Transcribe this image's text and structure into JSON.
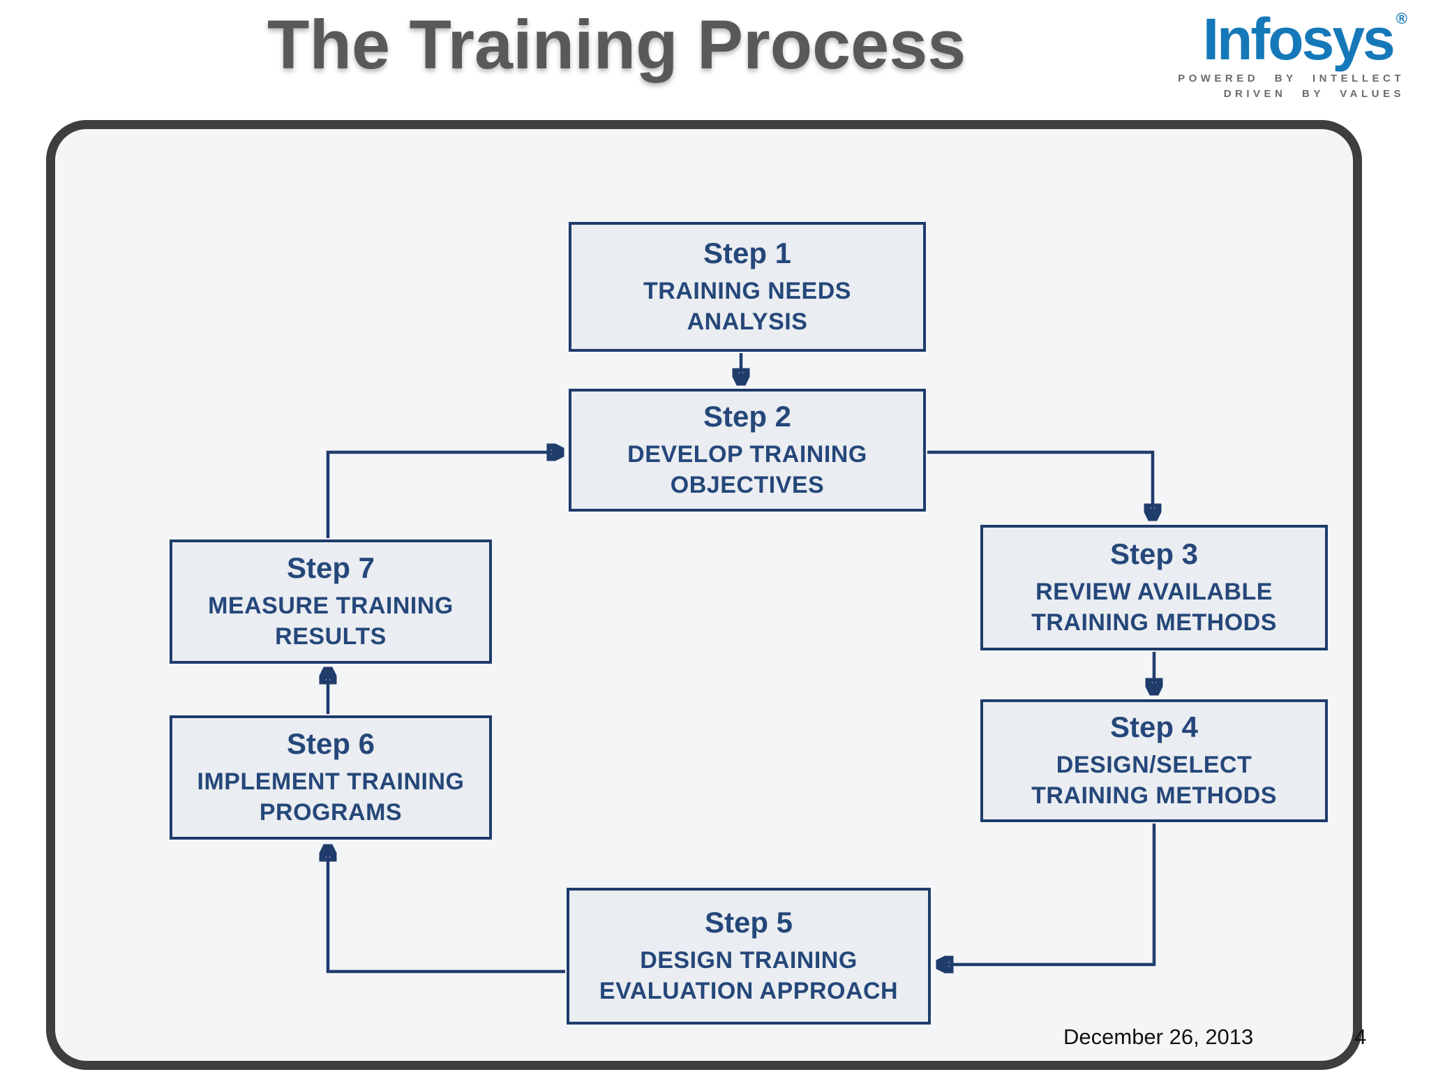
{
  "slide": {
    "title": "The Training Process",
    "date": "December 26, 2013",
    "page_number": "4"
  },
  "logo": {
    "brand": "Infosys",
    "registered_mark": "®",
    "tagline_line1": "POWERED BY INTELLECT",
    "tagline_line2": "DRIVEN BY VALUES"
  },
  "flowchart": {
    "steps": [
      {
        "label": "Step 1",
        "lines": [
          "TRAINING NEEDS",
          "ANALYSIS"
        ]
      },
      {
        "label": "Step 2",
        "lines": [
          "DEVELOP TRAINING",
          "OBJECTIVES"
        ]
      },
      {
        "label": "Step 3",
        "lines": [
          "REVIEW AVAILABLE",
          "TRAINING METHODS"
        ]
      },
      {
        "label": "Step 4",
        "lines": [
          "DESIGN/SELECT",
          "TRAINING METHODS"
        ]
      },
      {
        "label": "Step 5",
        "lines": [
          "DESIGN TRAINING",
          "EVALUATION APPROACH"
        ]
      },
      {
        "label": "Step 6",
        "lines": [
          "IMPLEMENT TRAINING",
          "PROGRAMS"
        ]
      },
      {
        "label": "Step 7",
        "lines": [
          "MEASURE TRAINING",
          "RESULTS"
        ]
      }
    ],
    "connections": [
      {
        "from": "Step 1",
        "to": "Step 2"
      },
      {
        "from": "Step 2",
        "to": "Step 3"
      },
      {
        "from": "Step 3",
        "to": "Step 4"
      },
      {
        "from": "Step 4",
        "to": "Step 5"
      },
      {
        "from": "Step 5",
        "to": "Step 6"
      },
      {
        "from": "Step 6",
        "to": "Step 7"
      },
      {
        "from": "Step 7",
        "to": "Step 2"
      }
    ]
  },
  "colors": {
    "title_gray": "#58595b",
    "logo_blue": "#1478b9",
    "tagline_gray": "#6b6b6b",
    "panel_border": "#3e3e3e",
    "panel_fill": "#f4f5f7",
    "box_border": "#1e3c6b",
    "box_fill": "#eaedf1",
    "box_text": "#25477a",
    "connector": "#1f3c6b",
    "date_text": "#111111"
  }
}
